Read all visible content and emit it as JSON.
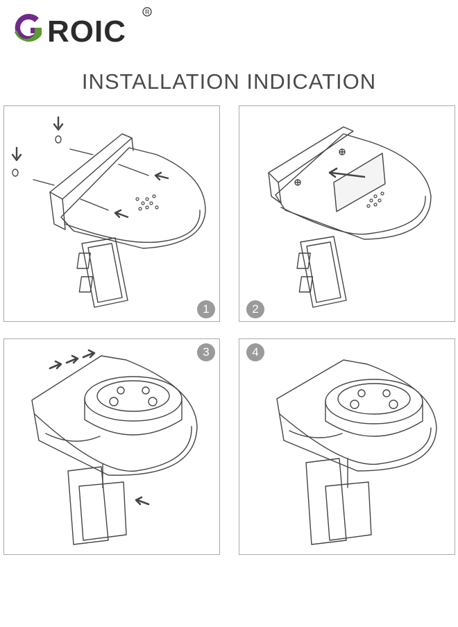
{
  "brand": {
    "name": "GROIC",
    "registered_mark": "®",
    "colors": {
      "g_purple": "#6f2a8a",
      "g_green": "#5a9a2e",
      "text": "#2b2b2b"
    }
  },
  "title": "INSTALLATION INDICATION",
  "steps": [
    {
      "number": "1"
    },
    {
      "number": "2"
    },
    {
      "number": "3"
    },
    {
      "number": "4"
    }
  ]
}
